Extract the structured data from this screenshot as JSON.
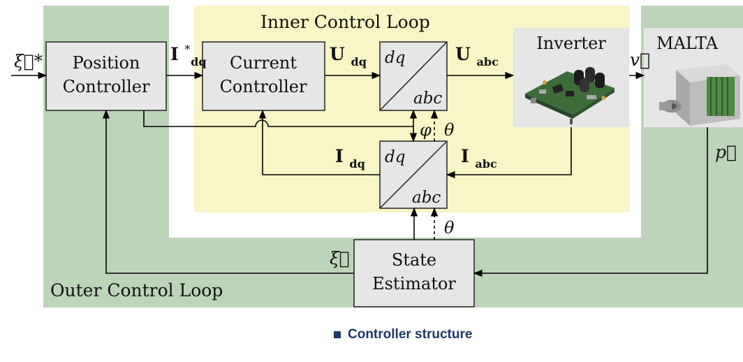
{
  "diagram": {
    "inner_loop_title": "Inner Control Loop",
    "outer_loop_title": "Outer Control Loop",
    "blocks": {
      "position_controller": [
        "Position",
        "Controller"
      ],
      "current_controller": [
        "Current",
        "Controller"
      ],
      "transform_top": [
        "dq",
        "abc"
      ],
      "transform_bottom": [
        "dq",
        "abc"
      ],
      "inverter": "Inverter",
      "malta": "MALTA",
      "state_estimator": [
        "State",
        "Estimator"
      ]
    },
    "signals": {
      "xi_star": "ξ⃗*",
      "i_dq_star_main": "I",
      "i_dq_star_sup": "*",
      "i_dq_star_sub": "dq",
      "u_dq_main": "U",
      "u_dq_sub": "dq",
      "u_abc_main": "U",
      "u_abc_sub": "abc",
      "v": "v⃗",
      "phi": "φ",
      "theta_top": "θ",
      "theta_bottom": "θ",
      "i_dq_main": "I",
      "i_dq_sub": "dq",
      "i_abc_main": "I",
      "i_abc_sub": "abc",
      "p": "p⃗",
      "xi": "ξ⃗"
    },
    "colors": {
      "outer_loop_bg": "#bcd5b8",
      "inner_loop_bg": "#f8f5c6",
      "block_fill": "#e6e6e6",
      "caption_color": "#1f3864"
    }
  },
  "caption": {
    "text": "Controller structure"
  }
}
